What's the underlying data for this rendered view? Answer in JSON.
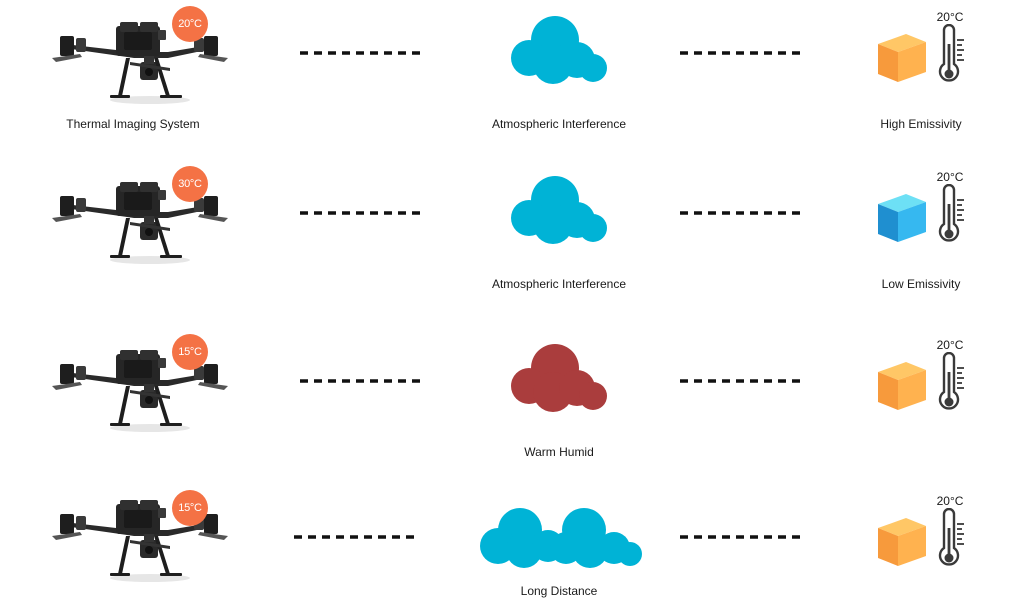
{
  "rows": [
    {
      "drone_label": "Thermal Imaging System",
      "drone_temp": "20°C",
      "medium_label": "Atmospheric Interference",
      "medium_icon": "cloud-icon",
      "medium_color": "#00b3d6",
      "object_temp": "20°C",
      "object_label": "High Emissivity",
      "cube_icon": "orange-cube-icon",
      "cube_colors": [
        "#ffc766",
        "#ffb24f",
        "#f79a3c"
      ]
    },
    {
      "drone_label": "",
      "drone_temp": "30°C",
      "medium_label": "Atmospheric Interference",
      "medium_icon": "cloud-icon",
      "medium_color": "#00b3d6",
      "object_temp": "20°C",
      "object_label": "Low Emissivity",
      "cube_icon": "blue-cube-icon",
      "cube_colors": [
        "#6de0f5",
        "#36b8f0",
        "#1f8fd0"
      ]
    },
    {
      "drone_label": "",
      "drone_temp": "15°C",
      "medium_label": "Warm Humid",
      "medium_icon": "red-cloud-icon",
      "medium_color": "#aa3d3d",
      "object_temp": "20°C",
      "object_label": "",
      "cube_icon": "orange-cube-icon",
      "cube_colors": [
        "#ffc766",
        "#ffb24f",
        "#f79a3c"
      ]
    },
    {
      "drone_label": "",
      "drone_temp": "15°C",
      "medium_label": "Long Distance",
      "medium_icon": "double-cloud-icon",
      "medium_color": "#00b3d6",
      "object_temp": "20°C",
      "object_label": "",
      "cube_icon": "orange-cube-icon",
      "cube_colors": [
        "#ffc766",
        "#ffb24f",
        "#f79a3c"
      ]
    }
  ],
  "colors": {
    "badge": "#f47245",
    "dash": "#111111",
    "thermometer": "#3a3a3a",
    "drone": "#2a2a2a"
  }
}
